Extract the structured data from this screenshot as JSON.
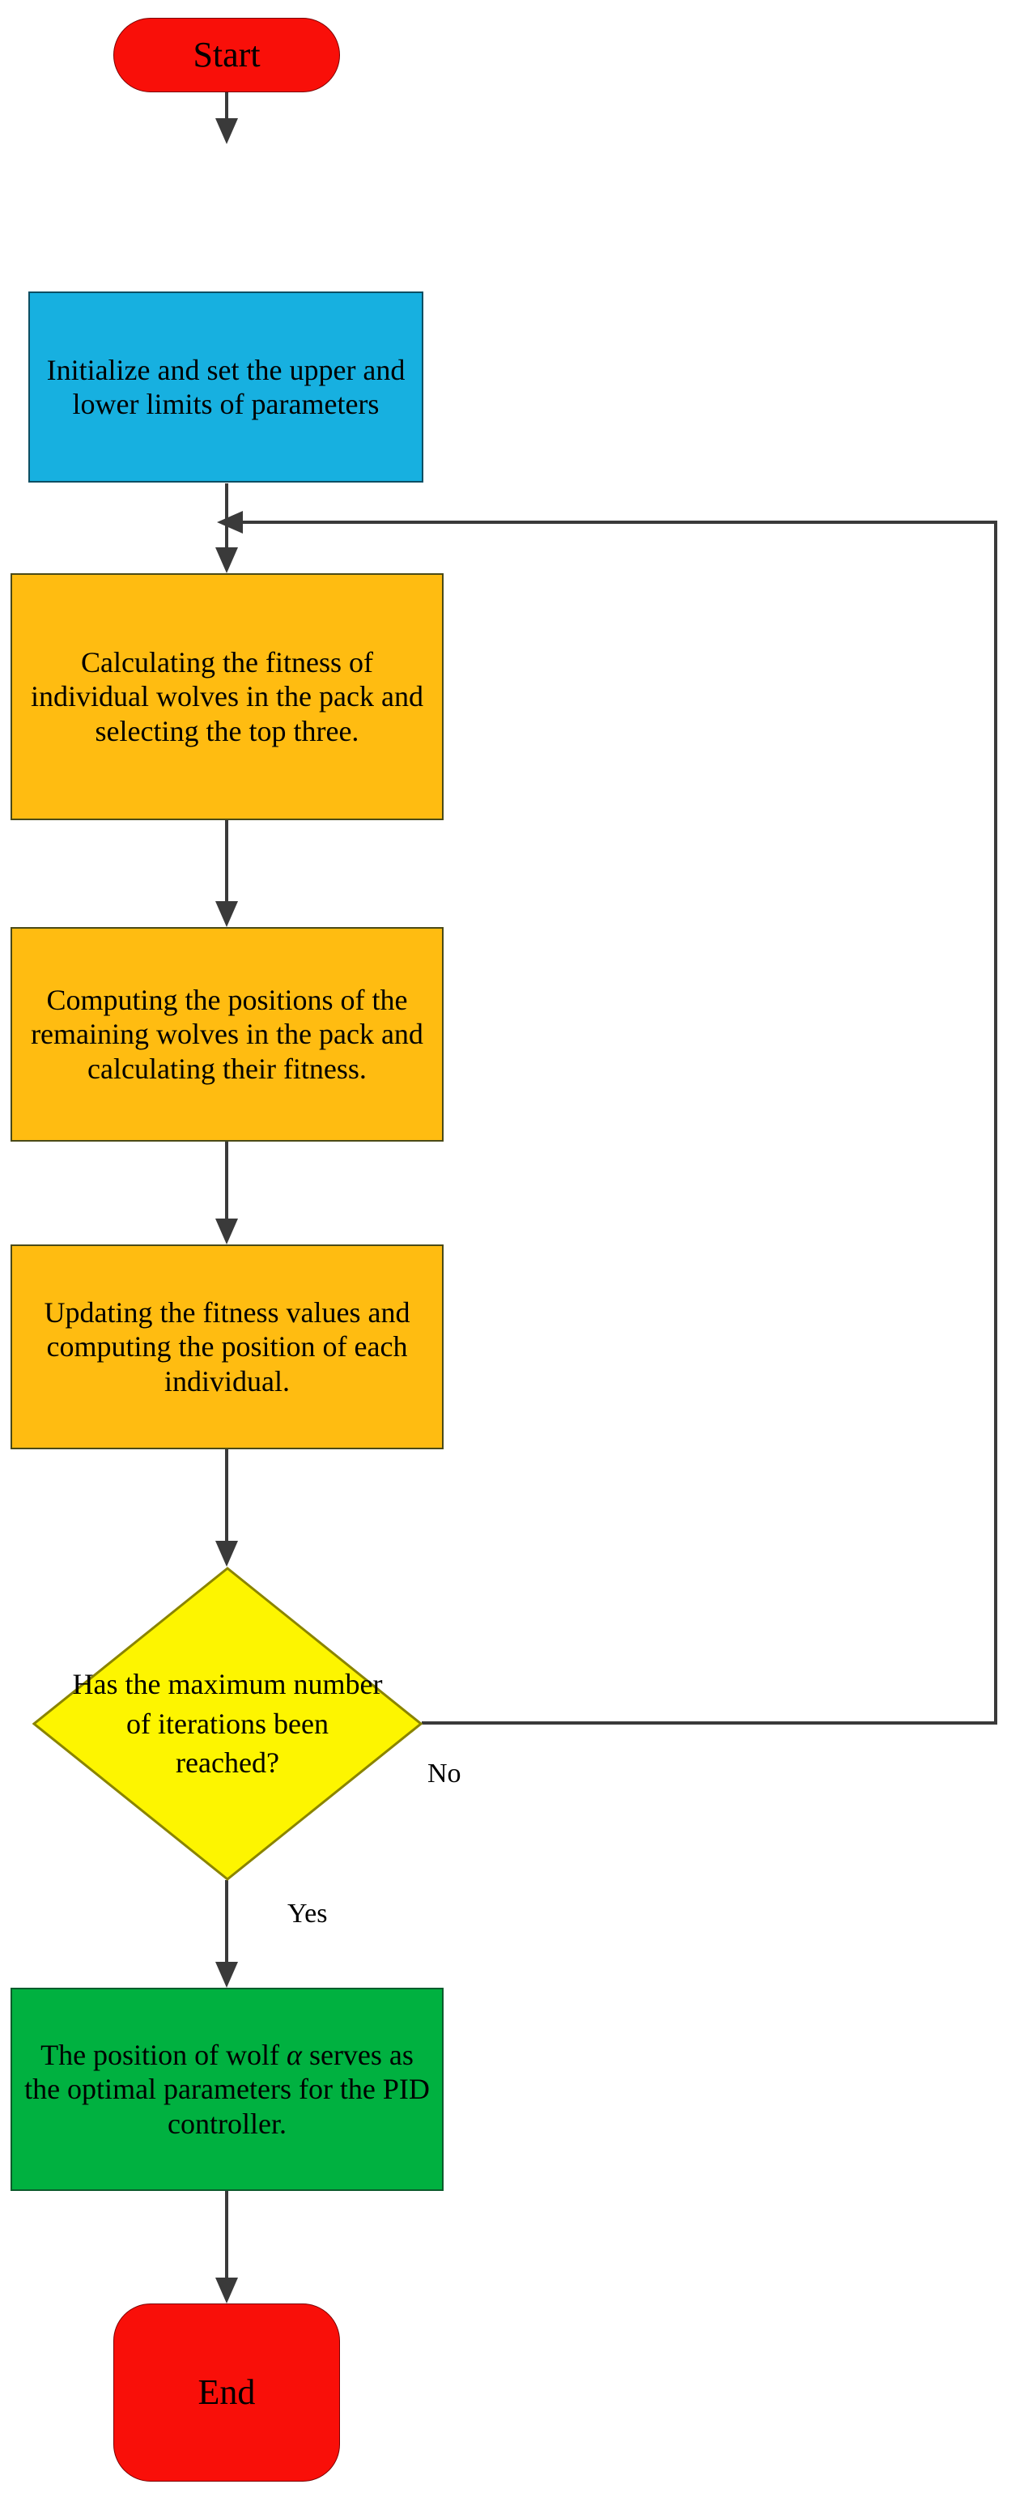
{
  "diagram": {
    "title": "Grey Wolf Optimizer PID tuning flowchart",
    "type": "flowchart"
  },
  "colors": {
    "terminator_fill": "#f90f09",
    "terminator_stroke": "#7a0000",
    "init_fill": "#17b0e0",
    "init_stroke": "#0d4f63",
    "process_fill": "#ffbc11",
    "process_stroke": "#4a4a18",
    "decision_fill": "#fdf500",
    "decision_stroke": "#8a8400",
    "result_fill": "#00b140",
    "result_stroke": "#0b5c2c",
    "connector": "#3a3a3a",
    "text": "#000000"
  },
  "nodes": {
    "start": {
      "label": "Start",
      "shape": "terminator"
    },
    "initialize": {
      "label": "Initialize and set the upper and lower limits of parameters",
      "shape": "process"
    },
    "fitness": {
      "label": "Calculating the fitness of individual wolves in the pack and selecting the top three.",
      "shape": "process"
    },
    "positions": {
      "label": "Computing the positions of the remaining wolves in the pack and calculating their fitness.",
      "shape": "process"
    },
    "update": {
      "label": "Updating the fitness values and computing the position of each individual.",
      "shape": "process"
    },
    "decision": {
      "label": "Has the maximum number of iterations been reached?",
      "shape": "decision"
    },
    "result": {
      "label_before": "The position of wolf ",
      "label_symbol": "α",
      "label_after": " serves as the optimal parameters for the PID controller.",
      "shape": "process"
    },
    "end": {
      "label": "End",
      "shape": "terminator"
    }
  },
  "edges": {
    "no_label": "No",
    "yes_label": "Yes"
  }
}
